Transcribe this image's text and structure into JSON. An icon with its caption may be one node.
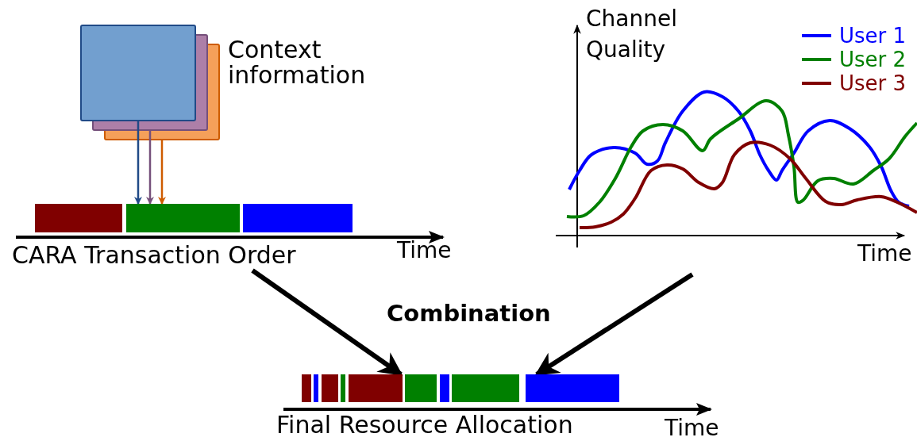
{
  "diagram": {
    "nodes": [
      {
        "text": [
          "Context information"
        ]
      },
      {
        "text": [],
        "shape": "bar"
      },
      {
        "text": [],
        "shape": "bar"
      },
      {
        "text": [],
        "shape": "bar"
      },
      {
        "text": [
          "CARA Transaction Order"
        ]
      },
      {
        "text": [],
        "shape": "picture"
      },
      {
        "text": [],
        "shape": "bar",
        "beside": [
          "Final Resource Allocation"
        ]
      }
    ],
    "edges": [
      {
        "from": 0,
        "to": 2,
        "arrow": "to",
        "color": "#204a87"
      },
      {
        "from": 0,
        "to": 2,
        "arrow": "to",
        "color": "#75507b"
      },
      {
        "from": 0,
        "to": 2,
        "arrow": "to",
        "color": "#ce5c00"
      },
      {
        "from": 4,
        "to": 6,
        "arrow": "to",
        "style": "thick"
      },
      {
        "from": 5,
        "to": 6,
        "arrow": "to",
        "style": "thick"
      }
    ],
    "labels": [
      "Time",
      "Channel Quality",
      "Time",
      "Combination",
      "Time"
    ],
    "legend": [
      {
        "text": "User 1"
      },
      {
        "text": "User 2"
      },
      {
        "text": "User 3"
      }
    ]
  }
}
